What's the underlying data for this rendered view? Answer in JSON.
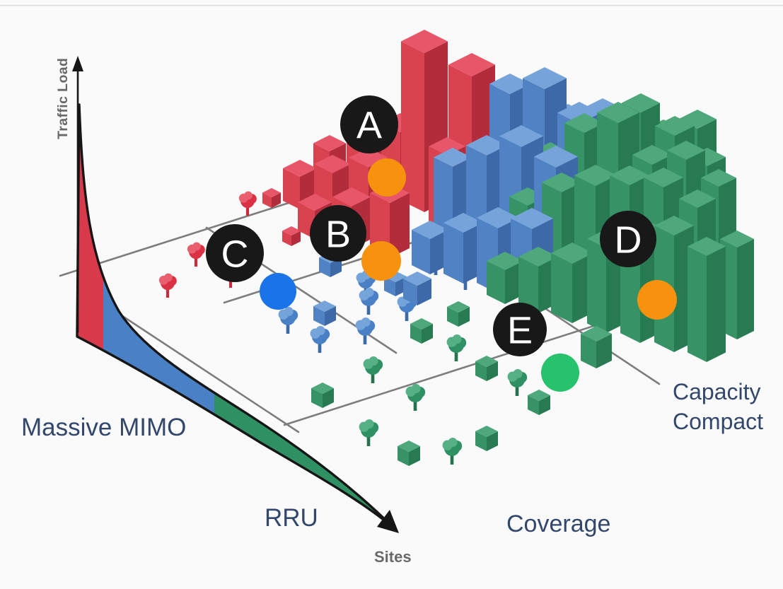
{
  "diagram": {
    "y_axis_label": "Traffic Load",
    "x_axis_label": "Sites",
    "zone_labels": {
      "massive_mimo": "Massive MIMO",
      "rru": "RRU",
      "coverage": "Coverage",
      "capacity_line1": "Capacity",
      "capacity_line2": "Compact"
    },
    "markers": [
      {
        "letter": "A",
        "dot_color": "#f6920e"
      },
      {
        "letter": "B",
        "dot_color": "#f6920e"
      },
      {
        "letter": "C",
        "dot_color": "#1a73e8"
      },
      {
        "letter": "D",
        "dot_color": "#f6920e"
      },
      {
        "letter": "E",
        "dot_color": "#27c36c"
      }
    ],
    "colors": {
      "background": "#fafafa",
      "top_border": "#dcdcdc",
      "red_zone": "#d8394b",
      "blue_zone": "#4a80c6",
      "green_zone": "#2e9063",
      "curve_stroke": "#161616",
      "grid_line": "#7d7d7d",
      "marker_circle": "#181818",
      "marker_letter": "#ffffff",
      "label_text": "#32476b",
      "axis_text": "#686868",
      "red_building": {
        "top": "#e8566a",
        "left": "#d94350",
        "right": "#b32c3c"
      },
      "blue_building": {
        "top": "#76a4da",
        "left": "#5182c4",
        "right": "#3d69a8"
      },
      "green_building": {
        "top": "#4ea87b",
        "left": "#379266",
        "right": "#277a52"
      },
      "red_tree": {
        "blob": "#da3145",
        "light": "#ea5f6e",
        "trunk": "#c92c3e"
      },
      "blue_tree": {
        "blob": "#4a80c6",
        "light": "#74a4da",
        "trunk": "#3c6aa9"
      },
      "green_tree": {
        "blob": "#2e9063",
        "light": "#55b185",
        "trunk": "#27724e"
      }
    }
  }
}
